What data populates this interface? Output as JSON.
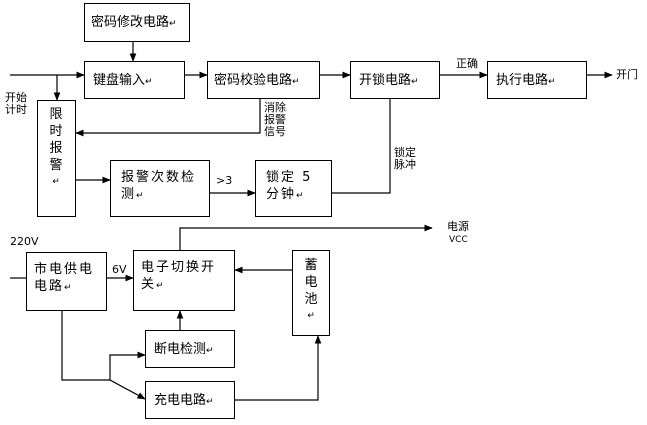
{
  "blocks": {
    "pwd_modify": "密码修改电路",
    "keyboard": "键盘输入",
    "pwd_check": "密码校验电路",
    "unlock": "开锁电路",
    "execute": "执行电路",
    "alarm": "限时报警",
    "alarm_count": "报警次数检测",
    "lock5": "锁定 5 分钟",
    "mains": "市电供电电路",
    "switch": "电子切换开关",
    "battery": "蓄电池",
    "power_detect": "断电检测",
    "charge": "充电电路"
  },
  "labels": {
    "start_timing": "开始计时",
    "correct": "正确",
    "open_door": "开门",
    "clear_alarm": "消除报警信号",
    "gt3": ">3",
    "lock_pulse": "锁定脉冲",
    "v220": "220V",
    "v6": "6V",
    "power_vcc_1": "电源",
    "power_vcc_2": "VCC"
  },
  "marks": {
    "return": "↵"
  }
}
